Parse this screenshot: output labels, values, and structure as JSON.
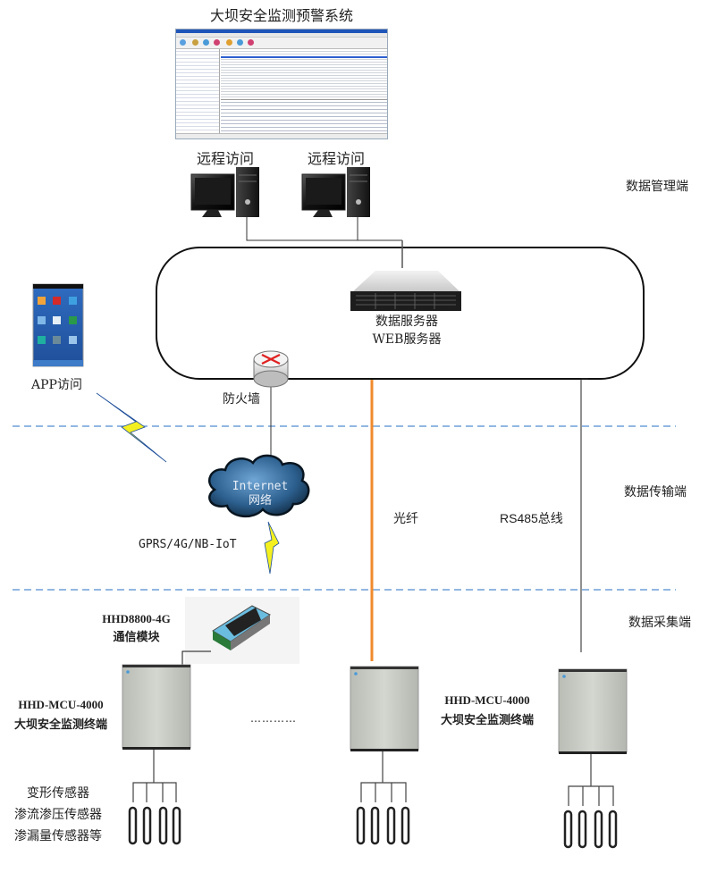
{
  "diagram": {
    "system_title": "大坝安全监测预警系统",
    "layers": {
      "management": "数据管理端",
      "transmission": "数据传输端",
      "acquisition": "数据采集端"
    },
    "remote_access": [
      "远程访问",
      "远程访问"
    ],
    "server": {
      "line1": "数据服务器",
      "line2": "WEB服务器"
    },
    "firewall": "防火墙",
    "app_access": "APP访问",
    "internet": {
      "line1": "Internet",
      "line2": "网络"
    },
    "wireless_protocols": "GPRS/4G/NB-IoT",
    "links": {
      "fiber": "光纤",
      "rs485": "RS485总线"
    },
    "comm_module": {
      "model": "HHD8800-4G",
      "name": "通信模块"
    },
    "terminal_left": {
      "model": "HHD-MCU-4000",
      "name": "大坝安全监测终端"
    },
    "terminal_middle": {
      "model": "HHD-MCU-4000",
      "name": "大坝安全监测终端"
    },
    "ellipsis": "…………",
    "sensors": [
      "变形传感器",
      "渗流渗压传感器",
      "渗漏量传感器等"
    ],
    "colors": {
      "fiber": "#f08a2c",
      "dashed_divider": "#6f9fd8",
      "lightning": "#f4f020",
      "cloud": "#2f6a9a"
    }
  }
}
